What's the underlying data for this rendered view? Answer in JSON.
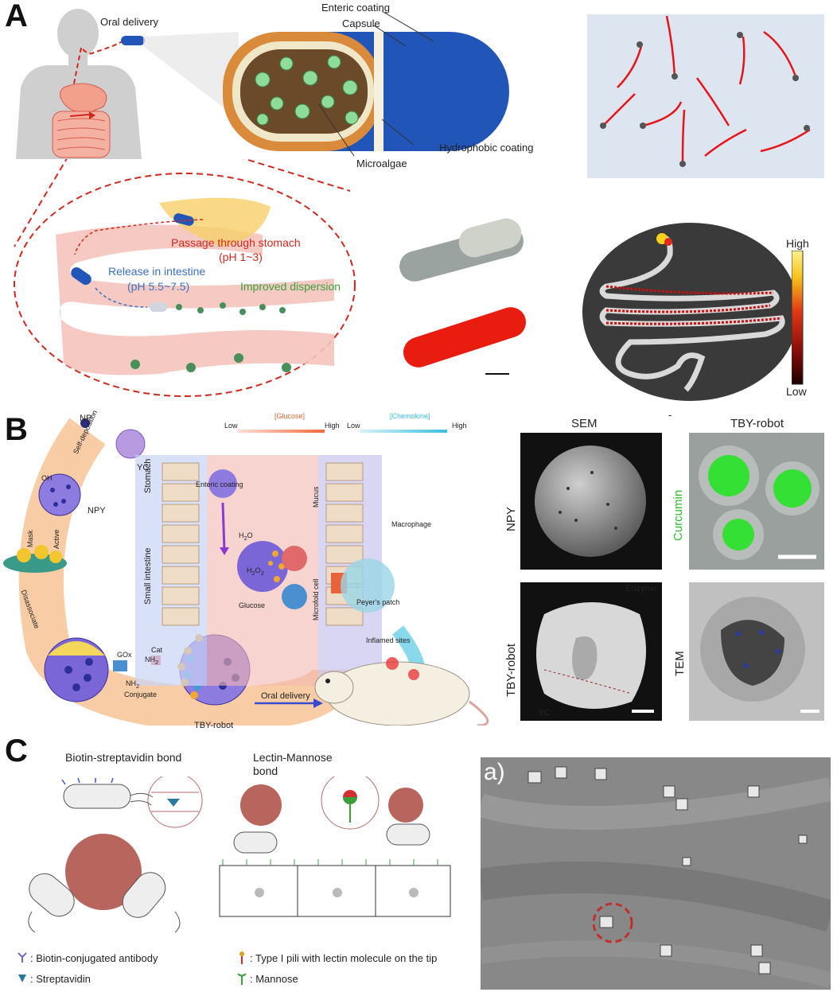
{
  "panel_labels": {
    "a": "A",
    "b": "B",
    "c": "C"
  },
  "panel_a": {
    "oral_delivery": "Oral delivery",
    "enteric_coating": "Enteric coating",
    "capsule": "Capsule",
    "microalgae": "Microalgae",
    "hydrophobic_coating": "Hydrophobic coating",
    "stomach_title": "Passage through stomach",
    "stomach_ph": "(pH 1~3)",
    "intestine_title": "Release in intestine",
    "intestine_ph": "(pH 5.5~7.5)",
    "dispersion": "Improved dispersion",
    "colorbar_high": "High",
    "colorbar_low": "Low",
    "colors": {
      "red_text": "#d0291c",
      "blue_text": "#3a73c0",
      "green_text": "#3aa23a",
      "capsule_blue": "#2255b8"
    }
  },
  "panel_b": {
    "np": "NP",
    "self_deposition": "Self-deposition",
    "yc": "YC",
    "oh": "OH",
    "npy": "NPY",
    "mask": "Mask",
    "active": "Active",
    "disassociate": "Disassociate",
    "gox": "GOx",
    "cat": "Cat",
    "nh2_a": "NH",
    "nh2_b": "NH",
    "conjugate": "Conjugate",
    "tby_robot": "TBY-robot",
    "oral_delivery": "Oral delivery",
    "stomach": "Stomach",
    "small_intestine": "Small intestine",
    "glucose_low": "Low",
    "glucose_label": "[Glucose]",
    "glucose_high": "High",
    "chemokine_low": "Low",
    "chemokine_label": "[Chemokine]",
    "chemokine_high": "High",
    "enteric_coating": "Enteric coating",
    "h2o": "H",
    "h2o2": "H",
    "glucose": "Glucose",
    "mucus": "Mucus",
    "macrophage": "Macrophage",
    "microfold_cell": "Microfold cell",
    "peyers_patch": "Peyer's patch",
    "inflamed_sites": "Inflamed sites",
    "sem_header": "SEM",
    "tby_header": "TBY-robot",
    "row_npy": "NPY",
    "row_tby": "TBY-robot",
    "curcumin": "Curcumin",
    "tem": "TEM",
    "enzyme": "Enzyme",
    "yc_arrow": "YC",
    "dash": "-"
  },
  "panel_c": {
    "biotin_title": "Biotin-streptavidin bond",
    "lectin_title": "Lectin-Mannose bond",
    "legend_biotin": ": Biotin-conjugated antibody",
    "legend_streptavidin": ": Streptavidin",
    "legend_pili": ": Type I pili with lectin molecule on the tip",
    "legend_mannose": ": Mannose",
    "sem_label": "a)"
  }
}
